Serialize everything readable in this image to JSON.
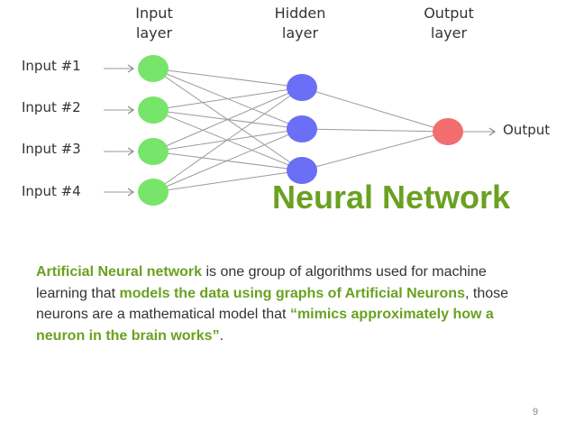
{
  "layers": {
    "input": {
      "title_line1": "Input",
      "title_line2": "layer",
      "node_color": "#77e56a"
    },
    "hidden": {
      "title_line1": "Hidden",
      "title_line2": "layer",
      "node_color": "#6b6ff5"
    },
    "output": {
      "title_line1": "Output",
      "title_line2": "layer",
      "node_color": "#f26d6d"
    }
  },
  "inputs": [
    "Input #1",
    "Input #2",
    "Input #3",
    "Input #4"
  ],
  "output_label": "Output",
  "title": "Neural Network",
  "title_color": "#6aa121",
  "description": {
    "p1": "Artificial Neural network",
    "p2": " is one group of algorithms used for machine learning that ",
    "p3": "models the data using graphs of Artificial Neurons",
    "p4": ", those neurons are a mathematical model that ",
    "p5": "“mimics approximately how a neuron in the brain works”",
    "p6": "."
  },
  "page_number": "9"
}
